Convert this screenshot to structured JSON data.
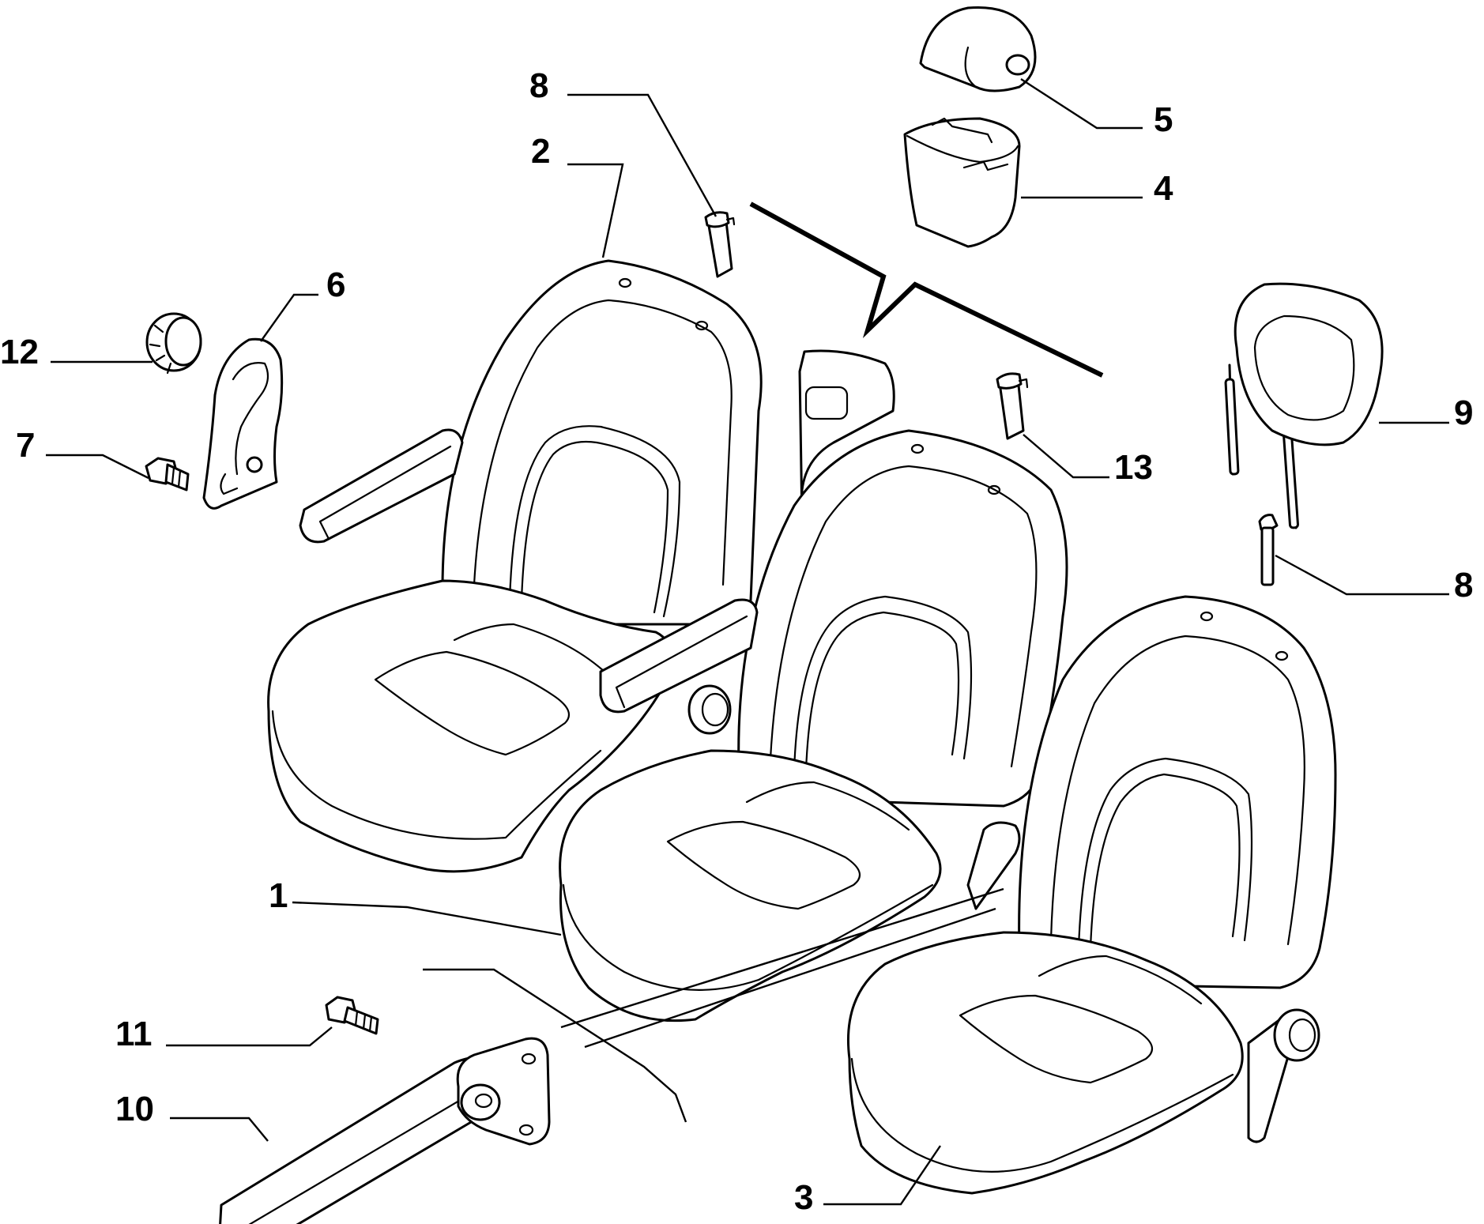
{
  "diagram": {
    "callouts": [
      {
        "id": "c1",
        "label": "1"
      },
      {
        "id": "c2",
        "label": "2"
      },
      {
        "id": "c3",
        "label": "3"
      },
      {
        "id": "c4",
        "label": "4"
      },
      {
        "id": "c5",
        "label": "5"
      },
      {
        "id": "c6",
        "label": "6"
      },
      {
        "id": "c7",
        "label": "7"
      },
      {
        "id": "c8a",
        "label": "8"
      },
      {
        "id": "c8b",
        "label": "8"
      },
      {
        "id": "c9",
        "label": "9"
      },
      {
        "id": "c10",
        "label": "10"
      },
      {
        "id": "c11",
        "label": "11"
      },
      {
        "id": "c12",
        "label": "12"
      },
      {
        "id": "c13",
        "label": "13"
      }
    ]
  }
}
